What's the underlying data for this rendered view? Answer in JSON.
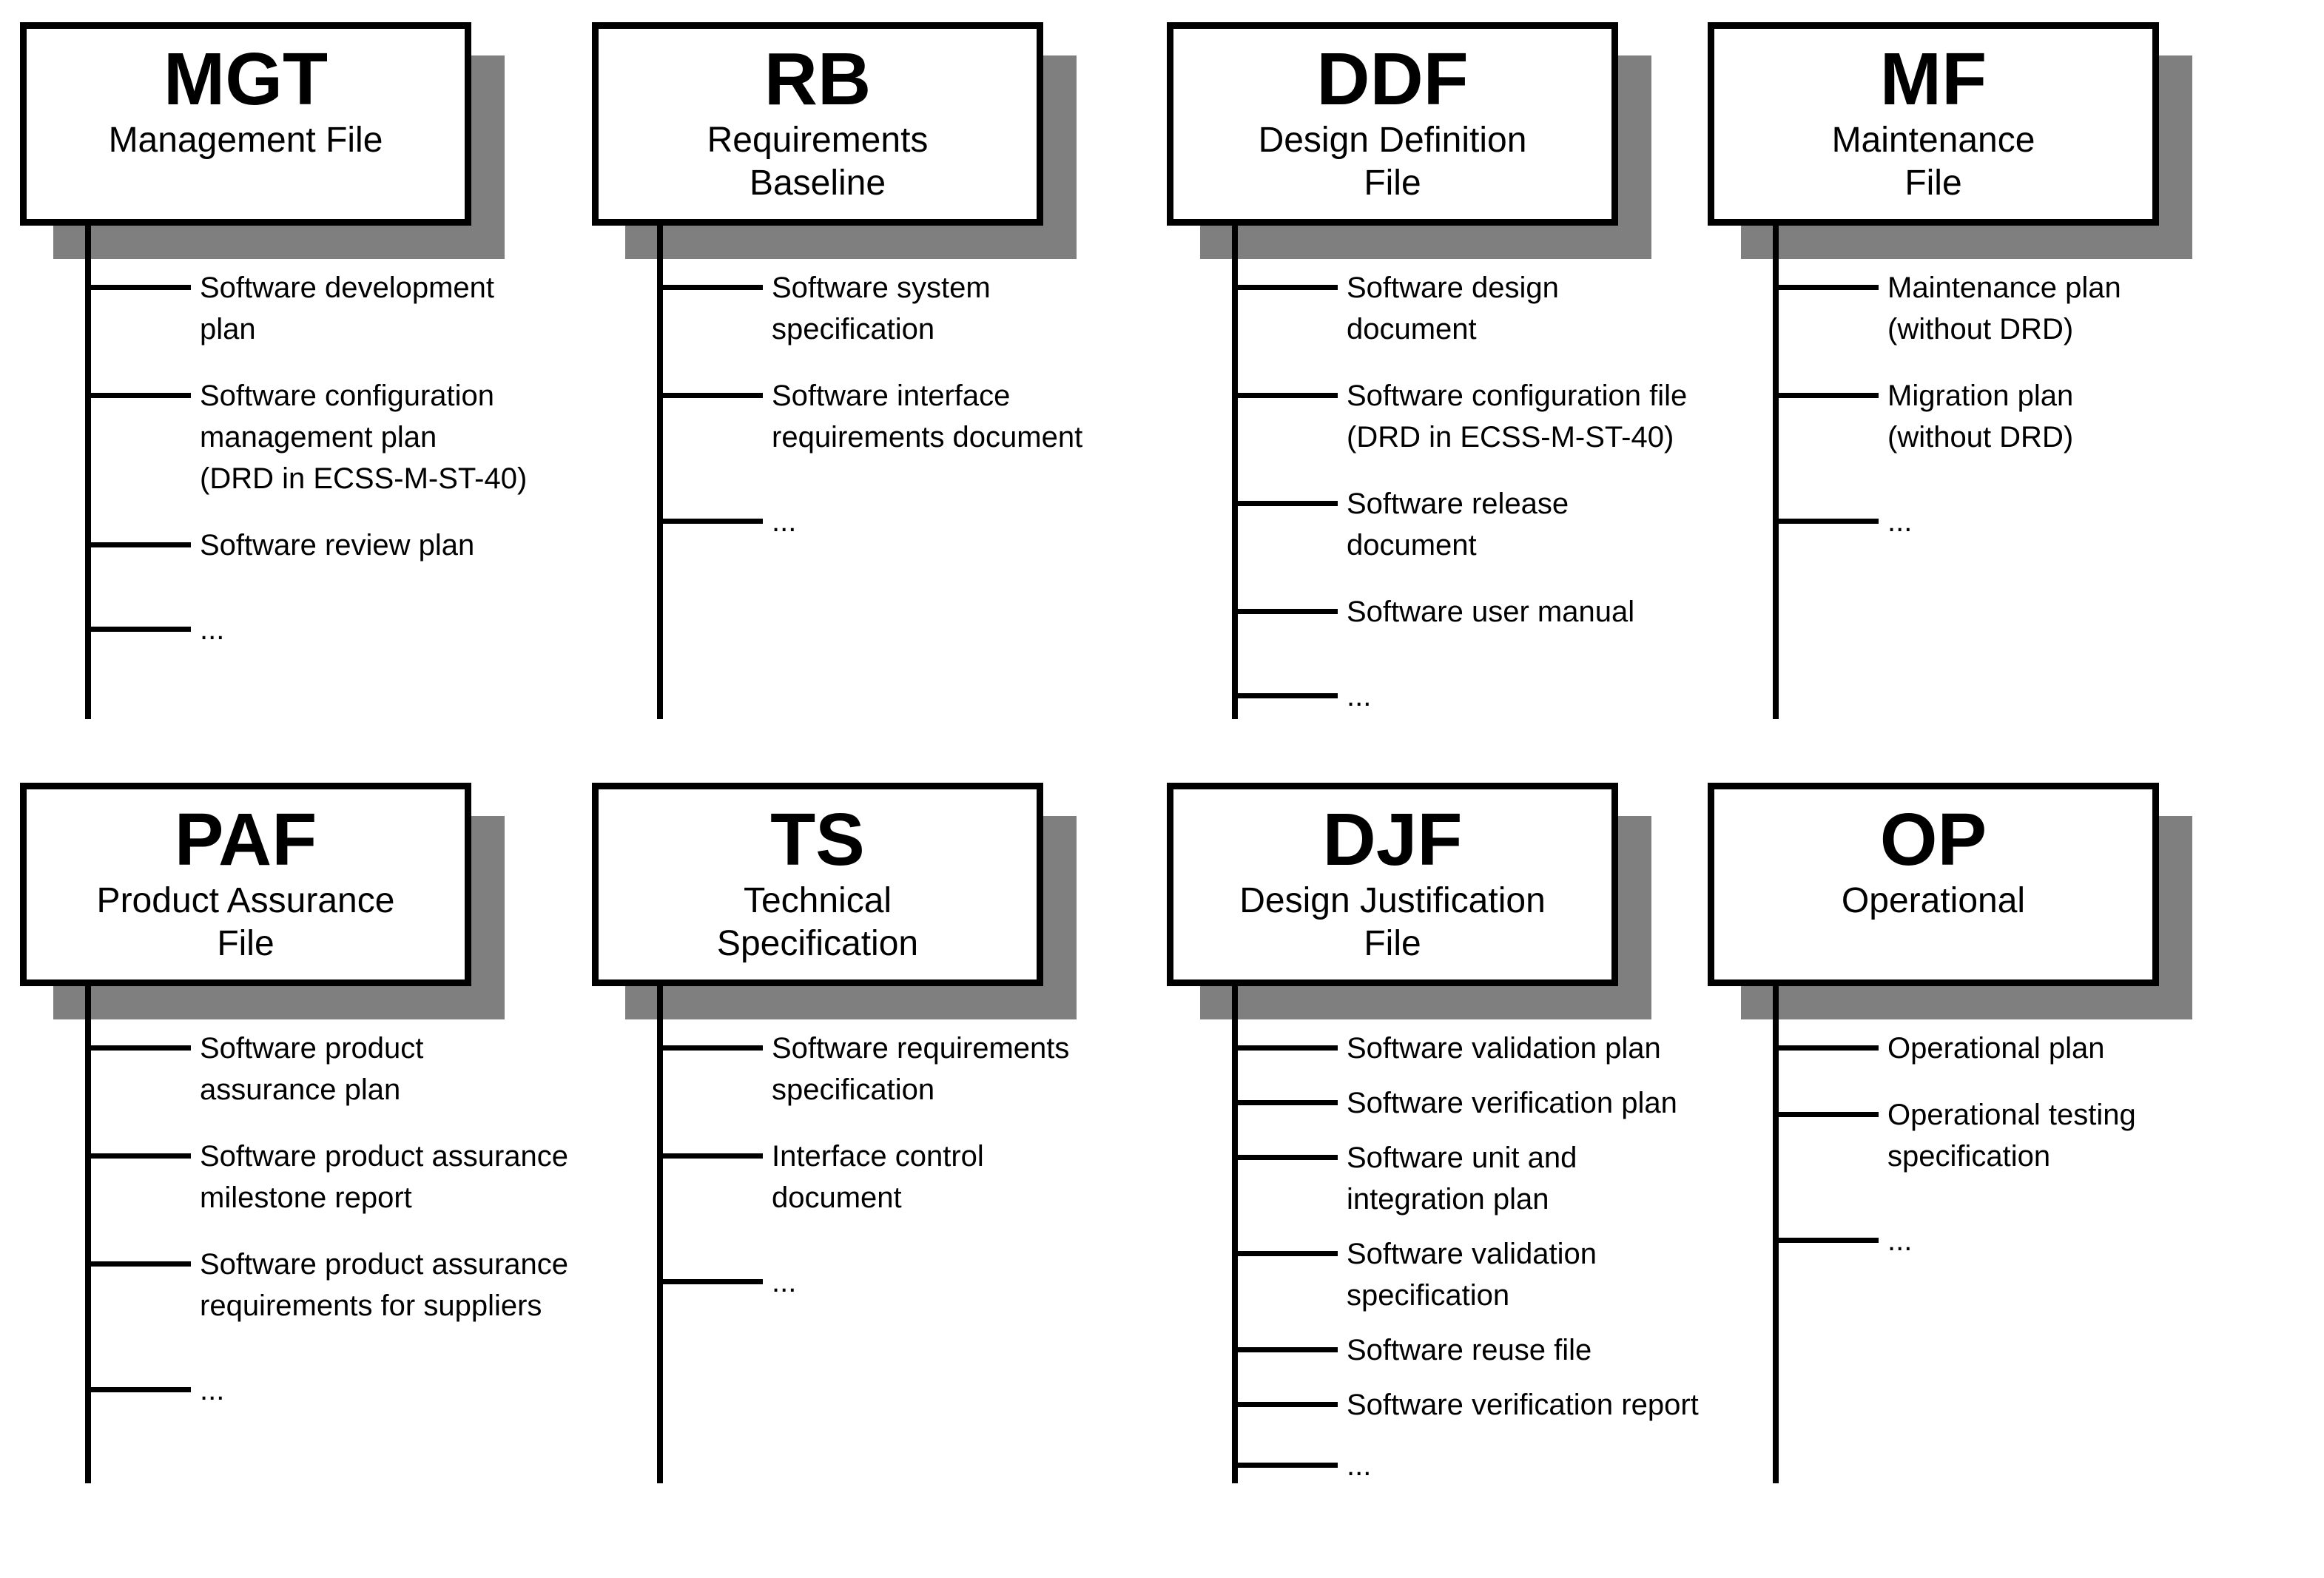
{
  "colors": {
    "background": "#ffffff",
    "box_border": "#000000",
    "shadow": "#7f7f7f",
    "text": "#000000"
  },
  "sections": [
    {
      "id": "mgt",
      "acronym": "MGT",
      "name": "Management File",
      "row": 0,
      "col": 0,
      "items": [
        "Software development\nplan",
        "Software configuration\nmanagement plan\n(DRD in ECSS-M-ST-40)",
        "Software review plan",
        "..."
      ]
    },
    {
      "id": "rb",
      "acronym": "RB",
      "name": "Requirements\nBaseline",
      "row": 0,
      "col": 1,
      "items": [
        "Software system\nspecification",
        "Software interface\nrequirements document",
        "..."
      ]
    },
    {
      "id": "ddf",
      "acronym": "DDF",
      "name": "Design Definition\nFile",
      "row": 0,
      "col": 2,
      "items": [
        "Software design\ndocument",
        "Software configuration file\n(DRD in ECSS-M-ST-40)",
        "Software release\ndocument",
        "Software user manual",
        "..."
      ]
    },
    {
      "id": "mf",
      "acronym": "MF",
      "name": "Maintenance\nFile",
      "row": 0,
      "col": 3,
      "items": [
        "Maintenance plan\n(without DRD)",
        "Migration plan\n(without DRD)",
        "..."
      ]
    },
    {
      "id": "paf",
      "acronym": "PAF",
      "name": "Product Assurance\nFile",
      "row": 1,
      "col": 0,
      "items": [
        "Software product\nassurance plan",
        "Software product assurance\nmilestone report",
        "Software product assurance\nrequirements for suppliers",
        "..."
      ]
    },
    {
      "id": "ts",
      "acronym": "TS",
      "name": "Technical\nSpecification",
      "row": 1,
      "col": 1,
      "items": [
        "Software requirements\nspecification",
        "Interface control\ndocument",
        "..."
      ]
    },
    {
      "id": "djf",
      "acronym": "DJF",
      "name": "Design Justification\nFile",
      "row": 1,
      "col": 2,
      "dense": true,
      "items": [
        "Software validation plan",
        "Software verification plan",
        "Software unit and\nintegration plan",
        "Software validation\nspecification",
        "Software reuse file",
        "Software verification report",
        "..."
      ]
    },
    {
      "id": "op",
      "acronym": "OP",
      "name": "Operational",
      "row": 1,
      "col": 3,
      "items": [
        "Operational plan",
        "Operational testing\nspecification",
        "..."
      ]
    }
  ]
}
